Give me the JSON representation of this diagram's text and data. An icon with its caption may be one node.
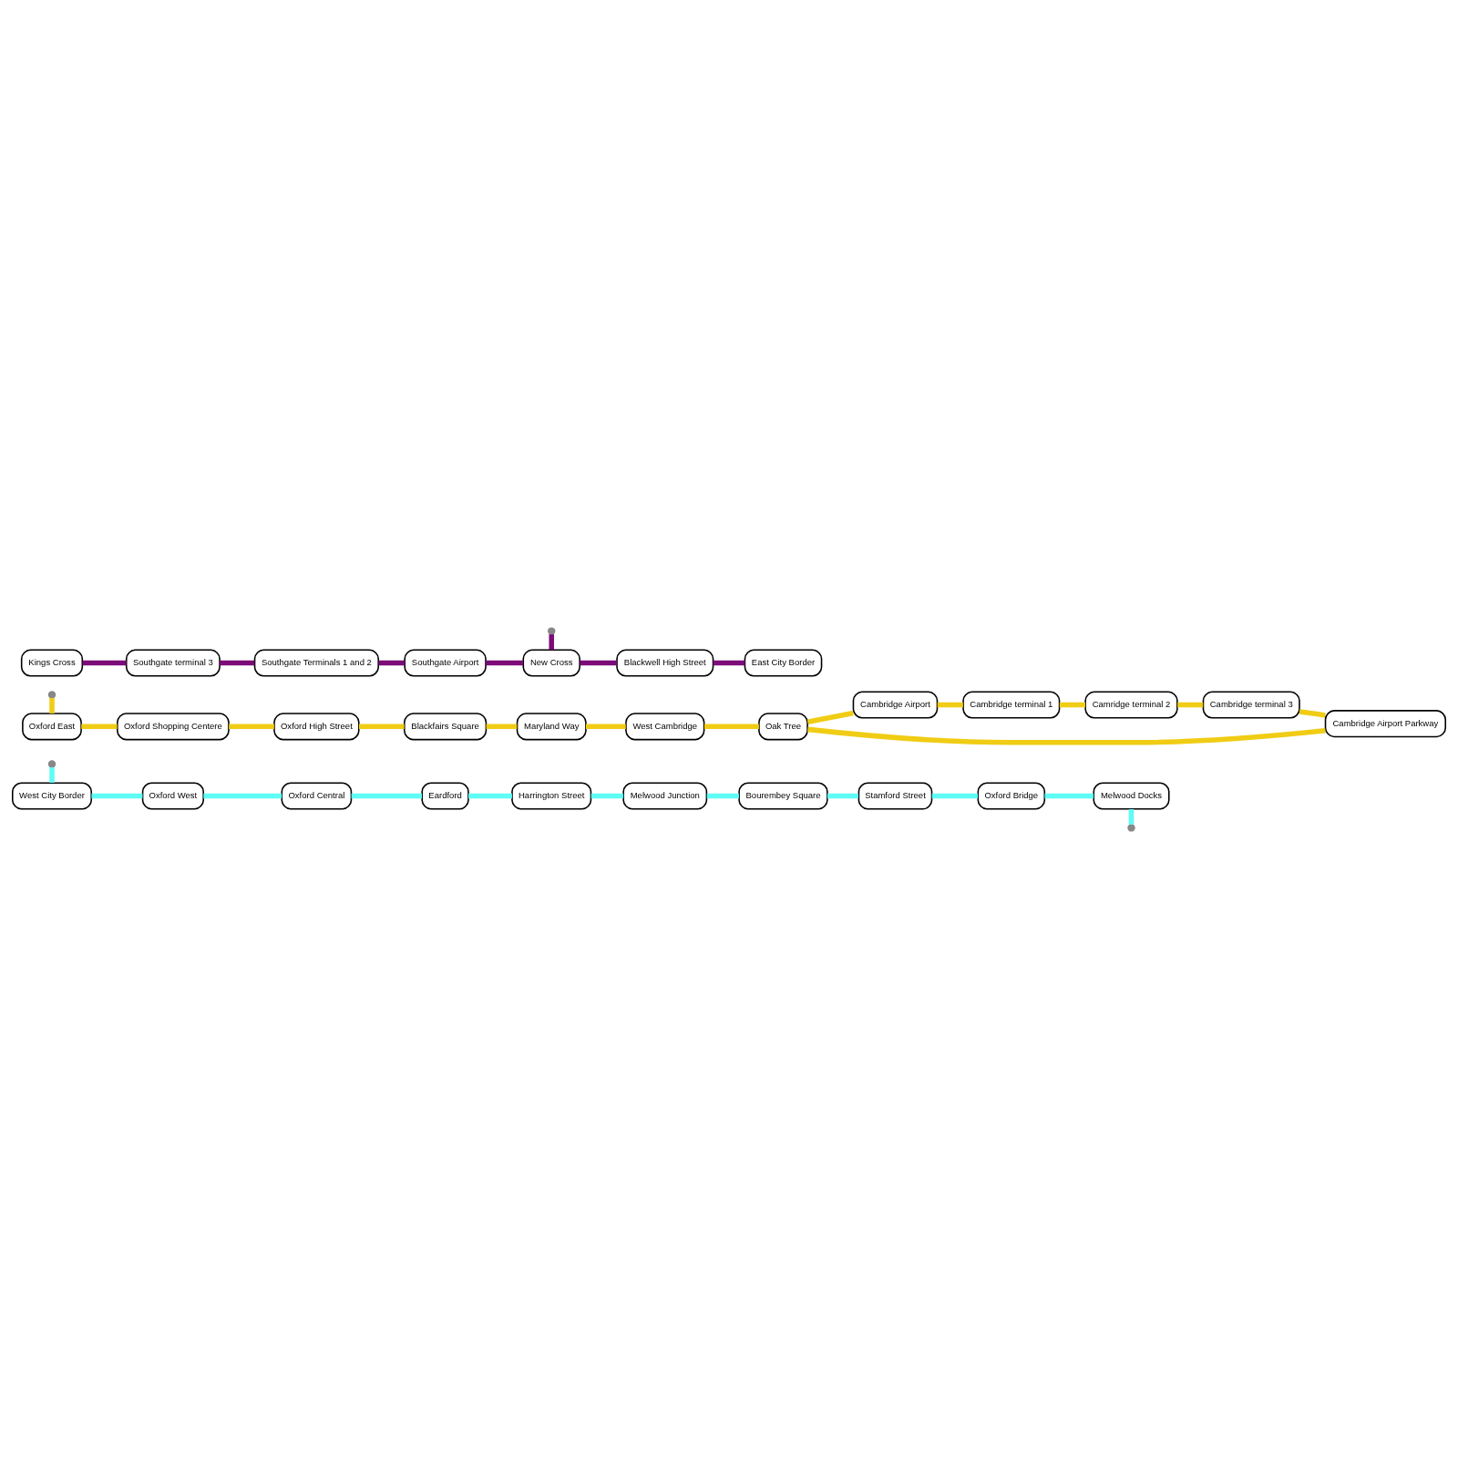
{
  "diagram": {
    "nodes": [
      {
        "text": [
          "West City Border"
        ]
      },
      {
        "text": [
          "Oxford West"
        ]
      },
      {
        "text": [
          "Oxford Central"
        ]
      },
      {
        "text": [
          "Oxford East"
        ]
      },
      {
        "text": [
          "Oxford Shopping Centere"
        ]
      },
      {
        "text": [
          "Oxford High Street"
        ]
      },
      {
        "text": [
          "Blackfairs Square"
        ]
      },
      {
        "text": [
          "Maryland Way"
        ]
      },
      {
        "text": [
          "West Cambridge"
        ]
      },
      {
        "text": [
          "Oak Tree"
        ]
      },
      {
        "text": [
          "Cambridge Airport Parkway"
        ]
      },
      {
        "text": [
          "Cambridge terminal 3"
        ]
      },
      {
        "text": [
          "Cambridge Airport"
        ]
      },
      {
        "text": [
          "Camridge terminal 2"
        ]
      },
      {
        "text": [
          "Cambridge terminal 1"
        ]
      },
      {
        "text": [
          "Eardford"
        ]
      },
      {
        "text": [
          "Harrington Street"
        ]
      },
      {
        "text": [
          "Kings Cross"
        ]
      },
      {
        "text": [
          "Melwood Junction"
        ]
      },
      {
        "text": [
          "Bourembey Square"
        ]
      },
      {
        "text": [
          "Melwood Docks"
        ]
      },
      {
        "text": [
          "Oxford Bridge"
        ]
      },
      {
        "text": [
          "Stamford Street"
        ]
      },
      {
        "text": [
          "New Cross"
        ]
      },
      {
        "text": [
          "Blackwell High Street"
        ]
      },
      {
        "text": [
          "Southgate terminal 3"
        ]
      },
      {
        "text": [
          "Southgate Terminals 1 and 2"
        ]
      },
      {
        "text": [
          "Southgate Airport"
        ]
      },
      {
        "text": [
          "East City Border"
        ]
      }
    ],
    "edges": [
      {
        "from": null,
        "to": 0,
        "arrow": "none",
        "color": "#5efcf5"
      },
      {
        "from": 0,
        "to": 1,
        "arrow": "none",
        "color": "#5efcf5"
      },
      {
        "from": 1,
        "to": 2,
        "arrow": "none",
        "color": "#5efcf5"
      },
      {
        "from": 2,
        "to": 15,
        "arrow": "none",
        "color": "#5efcf5"
      },
      {
        "from": 15,
        "to": 16,
        "arrow": "none",
        "color": "#5efcf5"
      },
      {
        "from": 16,
        "to": 18,
        "arrow": "none",
        "color": "#5efcf5"
      },
      {
        "from": 18,
        "to": 19,
        "arrow": "none",
        "color": "#5efcf5"
      },
      {
        "from": 19,
        "to": 22,
        "arrow": "none",
        "color": "#5efcf5"
      },
      {
        "from": 22,
        "to": 21,
        "arrow": "none",
        "color": "#5efcf5"
      },
      {
        "from": 21,
        "to": 20,
        "arrow": "none",
        "color": "#5efcf5"
      },
      {
        "from": 20,
        "to": null,
        "arrow": "none",
        "color": "#5efcf5"
      },
      {
        "from": null,
        "to": 3,
        "arrow": "none",
        "color": "#f0cc14"
      },
      {
        "from": 3,
        "to": 4,
        "arrow": "none",
        "color": "#f0cc14"
      },
      {
        "from": 4,
        "to": 5,
        "arrow": "none",
        "color": "#f0cc14"
      },
      {
        "from": 5,
        "to": 6,
        "arrow": "none",
        "color": "#f0cc14"
      },
      {
        "from": 6,
        "to": 7,
        "arrow": "none",
        "color": "#f0cc14"
      },
      {
        "from": 7,
        "to": 8,
        "arrow": "none",
        "color": "#f0cc14"
      },
      {
        "from": 8,
        "to": 9,
        "arrow": "none",
        "color": "#f0cc14"
      },
      {
        "from": 9,
        "to": 12,
        "arrow": "none",
        "color": "#f0cc14"
      },
      {
        "from": 12,
        "to": 14,
        "arrow": "none",
        "color": "#f0cc14"
      },
      {
        "from": 14,
        "to": 13,
        "arrow": "none",
        "color": "#f0cc14"
      },
      {
        "from": 13,
        "to": 11,
        "arrow": "none",
        "color": "#f0cc14"
      },
      {
        "from": 11,
        "to": 10,
        "arrow": "none",
        "color": "#f0cc14"
      },
      {
        "from": 10,
        "to": 9,
        "arrow": "none",
        "color": "#f0cc14"
      },
      {
        "from": 17,
        "to": 25,
        "arrow": "none",
        "color": "#7b0c78"
      },
      {
        "from": 25,
        "to": 26,
        "arrow": "none",
        "color": "#7b0c78"
      },
      {
        "from": 26,
        "to": 27,
        "arrow": "none",
        "color": "#7b0c78"
      },
      {
        "from": 27,
        "to": 23,
        "arrow": "none",
        "color": "#7b0c78"
      },
      {
        "from": null,
        "to": 23,
        "arrow": "none",
        "color": "#7b0c78"
      },
      {
        "from": 23,
        "to": 24,
        "arrow": "none",
        "color": "#7b0c78"
      },
      {
        "from": 24,
        "to": 28,
        "arrow": "none",
        "color": "#7b0c78"
      }
    ]
  }
}
